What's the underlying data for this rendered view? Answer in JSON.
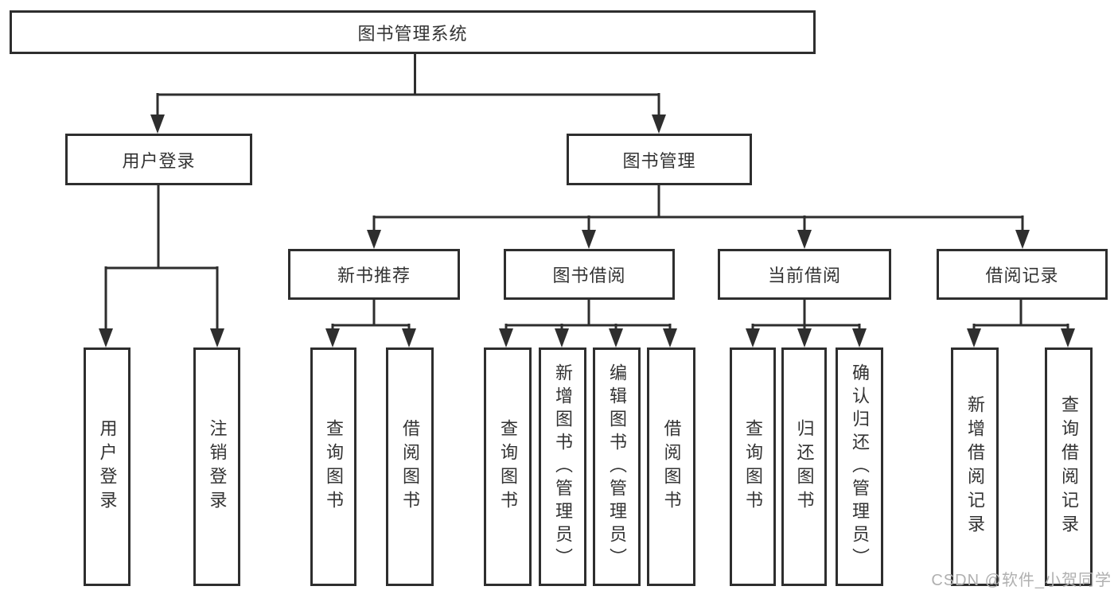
{
  "diagram": {
    "root": {
      "label": "图书管理系统"
    },
    "level2": {
      "user_login": {
        "label": "用户登录"
      },
      "book_mgmt": {
        "label": "图书管理"
      }
    },
    "groups": {
      "new_book": {
        "label": "新书推荐"
      },
      "book_borrow": {
        "label": "图书借阅"
      },
      "current_borrow": {
        "label": "当前借阅"
      },
      "borrow_record": {
        "label": "借阅记录"
      }
    },
    "leaves": {
      "user_login": [
        "用户登录",
        "注销登录"
      ],
      "new_book": [
        "查询图书",
        "借阅图书"
      ],
      "book_borrow": [
        "查询图书",
        "新增图书（管理员）",
        "编辑图书（管理员）",
        "借阅图书"
      ],
      "current_borrow": [
        "查询图书",
        "归还图书",
        "确认归还（管理员）"
      ],
      "borrow_record": [
        "新增借阅记录",
        "查询借阅记录"
      ]
    }
  },
  "watermark": "CSDN @软件_小贺同学",
  "colors": {
    "line": "#2e2e2e",
    "text": "#333333",
    "watermark": "#b0b0b0",
    "background": "#ffffff"
  }
}
